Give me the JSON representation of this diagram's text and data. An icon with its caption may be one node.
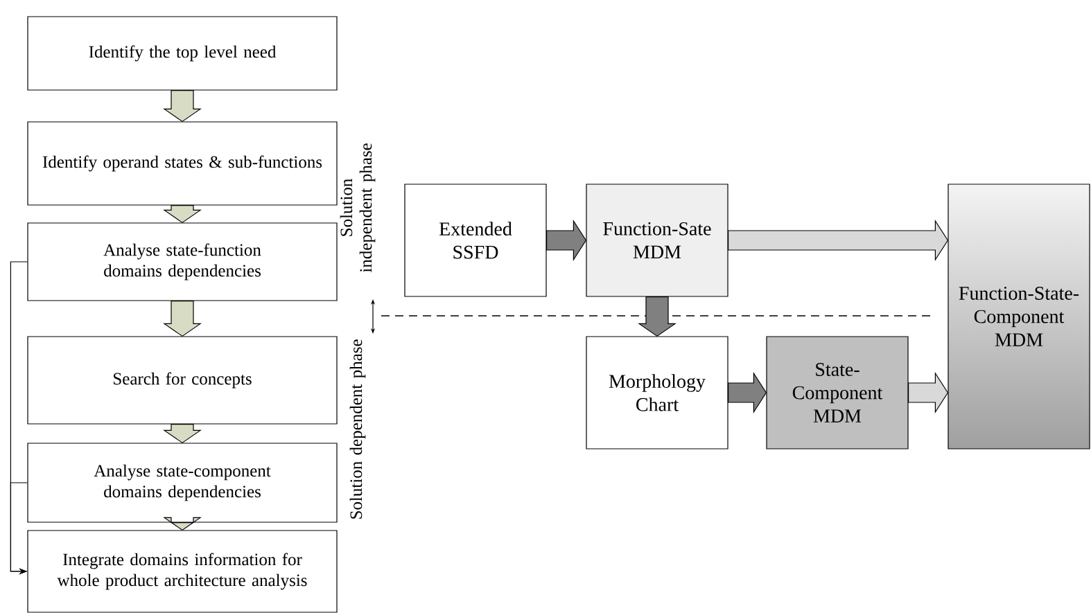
{
  "diagram": {
    "nodes": [
      {
        "text": [
          "Identify the top level need"
        ]
      },
      {
        "text": [
          "Identify operand states & sub-functions"
        ]
      },
      {
        "text": [
          "Analyse state-function domains dependencies"
        ]
      },
      {
        "text": [
          "Search for concepts"
        ]
      },
      {
        "text": [
          "Analyse state-component domains dependencies"
        ]
      },
      {
        "text": [
          "Integrate domains information for whole product architecture analysis"
        ]
      },
      {
        "text": [
          "Extended SSFD"
        ]
      },
      {
        "text": [
          "Function-Sate MDM"
        ]
      },
      {
        "text": [
          "Function-State-Component MDM"
        ]
      },
      {
        "text": [
          "Morphology Chart"
        ]
      },
      {
        "text": [
          "State-Component MDM"
        ]
      }
    ],
    "edges": [
      {
        "from": 0,
        "to": 1,
        "arrow": "to",
        "color": "#d8dcc4"
      },
      {
        "from": 1,
        "to": 2,
        "arrow": "to",
        "color": "#d8dcc4"
      },
      {
        "from": 2,
        "to": 3,
        "arrow": "to",
        "color": "#d8dcc4"
      },
      {
        "from": 3,
        "to": 4,
        "arrow": "to",
        "color": "#d8dcc4"
      },
      {
        "from": 4,
        "to": 5,
        "arrow": "to",
        "color": "#d8dcc4"
      },
      {
        "from": 2,
        "to": 5,
        "arrow": "to"
      },
      {
        "from": 4,
        "to": 5,
        "arrow": "to"
      },
      {
        "from": 6,
        "to": 7,
        "arrow": "to",
        "color": "#808080"
      },
      {
        "from": 7,
        "to": 8,
        "arrow": "to",
        "color": "#d9d9d9"
      },
      {
        "from": 7,
        "to": 9,
        "arrow": "to",
        "color": "#808080"
      },
      {
        "from": 9,
        "to": 10,
        "arrow": "to",
        "color": "#808080"
      },
      {
        "from": 10,
        "to": 8,
        "arrow": "to",
        "color": "#d9d9d9"
      }
    ],
    "labels": [
      "Solution independent phase",
      "Solution dependent phase"
    ]
  }
}
